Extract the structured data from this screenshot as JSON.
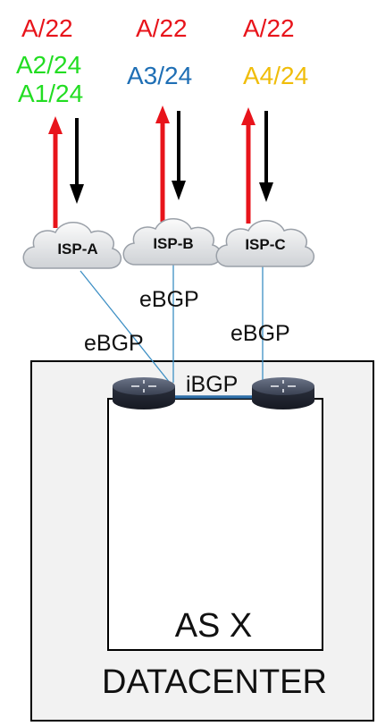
{
  "colors": {
    "red": "#e8141b",
    "green": "#22dd22",
    "blue": "#1f6fb5",
    "amber": "#f0bd0a",
    "black": "#000000",
    "outer_box": "#f2f2f2",
    "link": "#3d8fc4"
  },
  "isp_a": {
    "prefix_aggregate": "A/22",
    "prefix_1": "A2/24",
    "prefix_2": "A1/24",
    "label": "ISP-A"
  },
  "isp_b": {
    "prefix_aggregate": "A/22",
    "prefix_1": "A3/24",
    "label": "ISP-B"
  },
  "isp_c": {
    "prefix_aggregate": "A/22",
    "prefix_1": "A4/24",
    "label": "ISP-C"
  },
  "links": {
    "ebgp_b": "eBGP",
    "ebgp_a": "eBGP",
    "ebgp_c": "eBGP",
    "ibgp": "iBGP"
  },
  "as_label": "AS X",
  "datacenter_label": "DATACENTER"
}
